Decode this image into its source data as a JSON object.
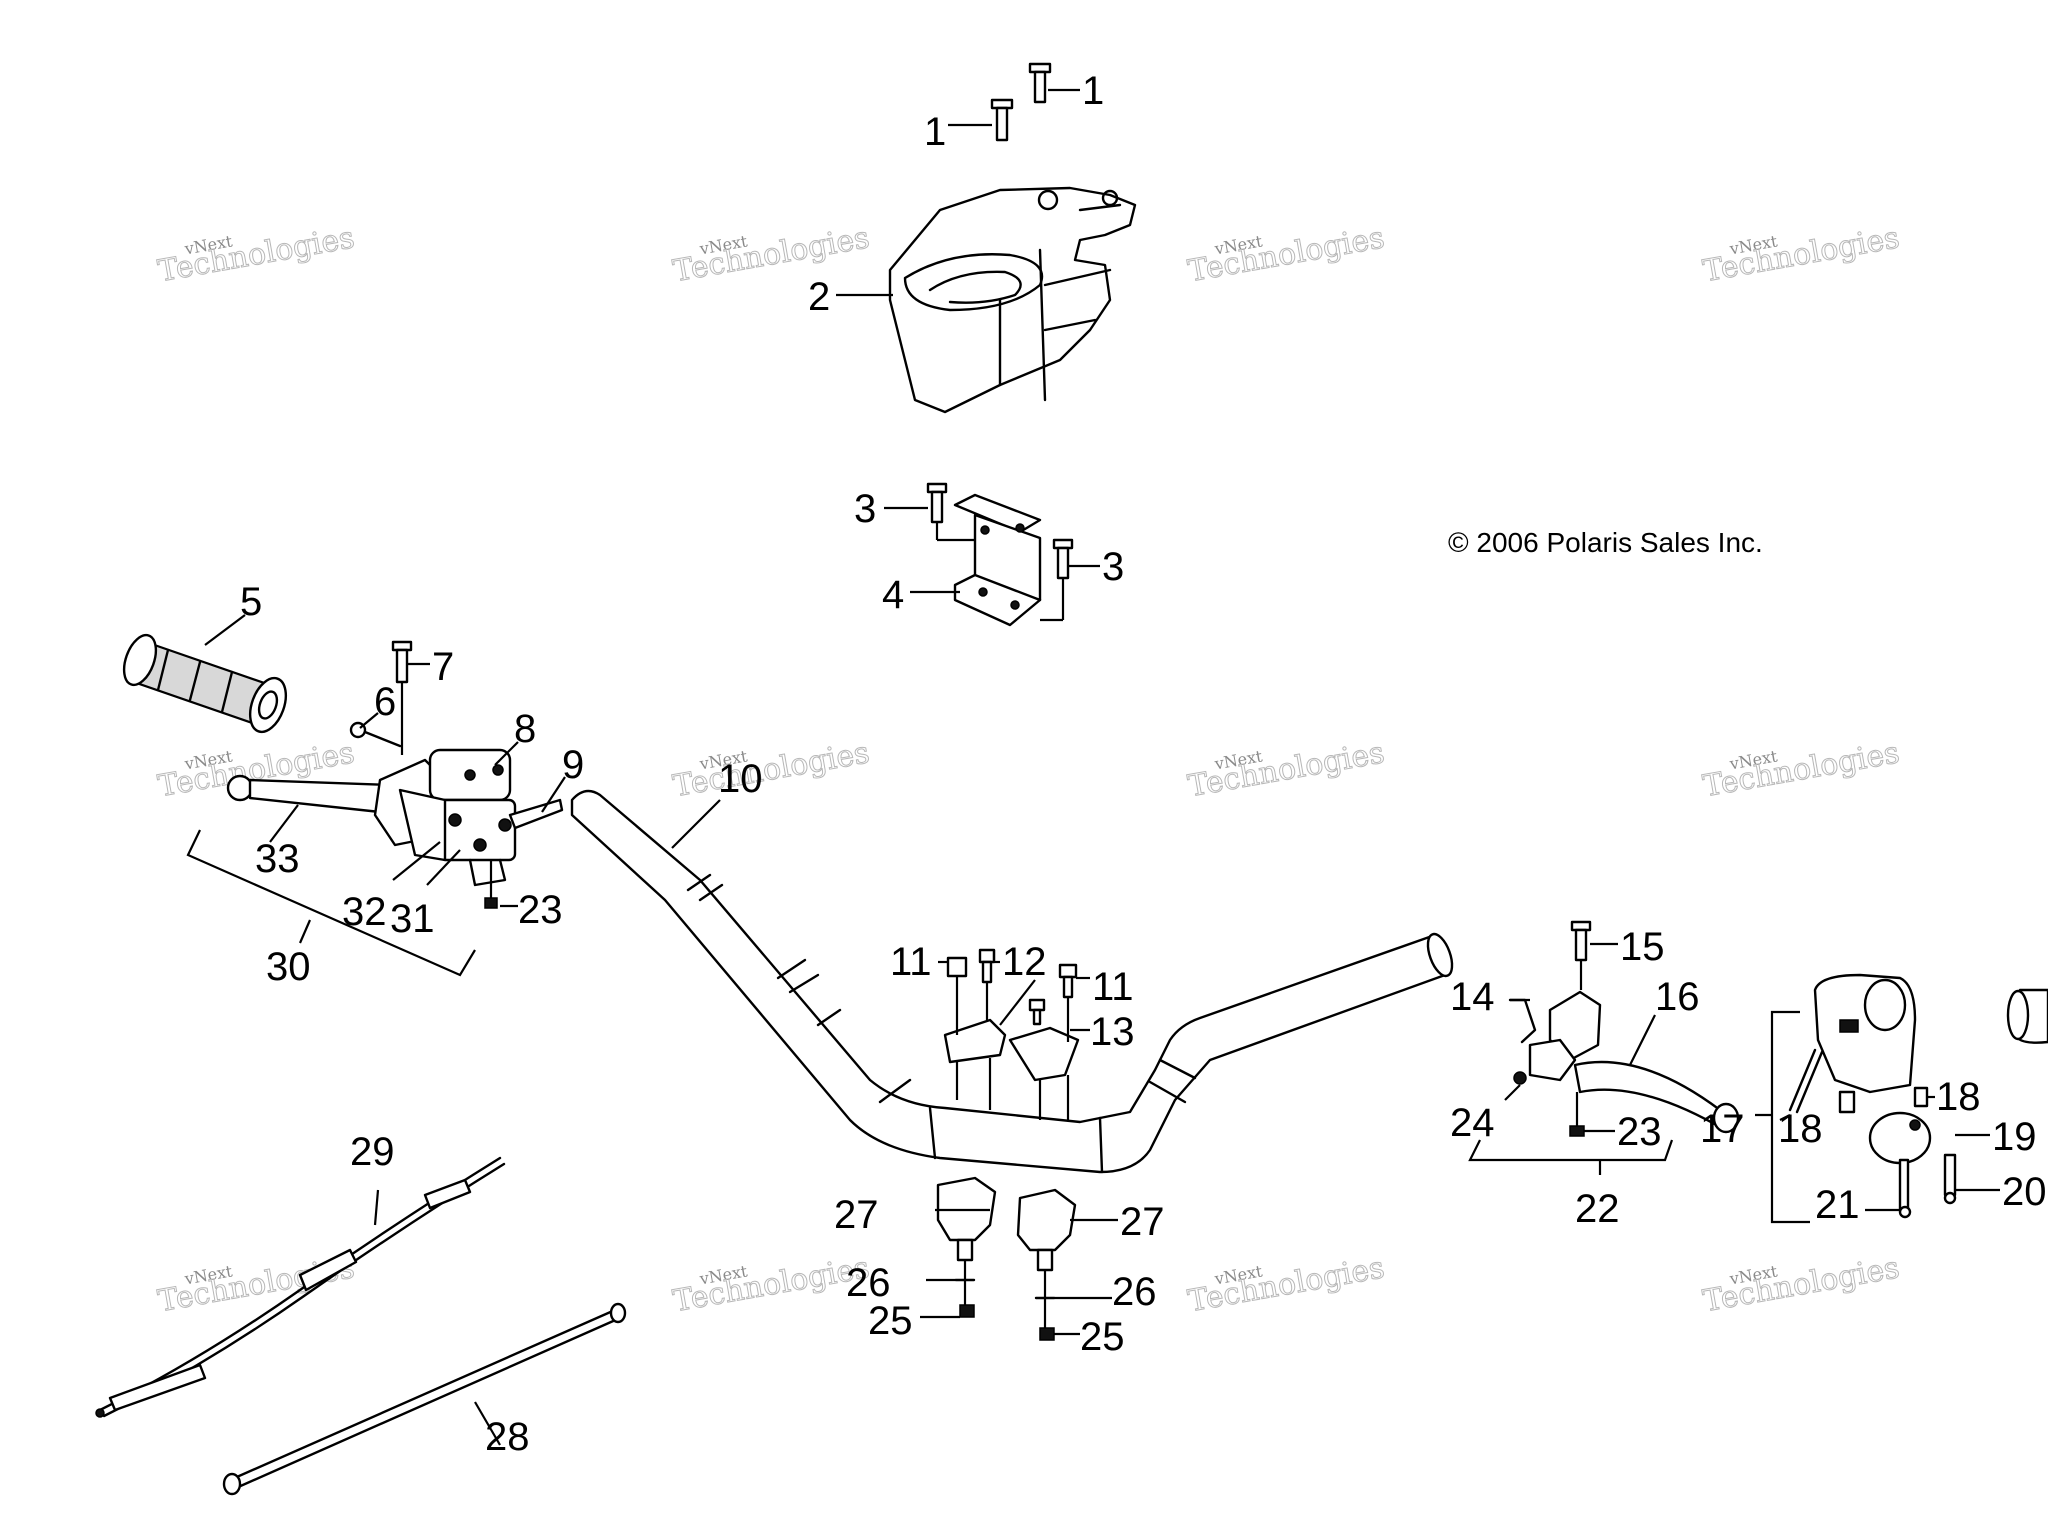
{
  "copyright": "© 2006 Polaris Sales Inc.",
  "watermark": {
    "line1": "vNext",
    "line2": "Technologies"
  },
  "callouts": [
    {
      "id": "c1a",
      "label": "1"
    },
    {
      "id": "c1b",
      "label": "1"
    },
    {
      "id": "c2",
      "label": "2"
    },
    {
      "id": "c3a",
      "label": "3"
    },
    {
      "id": "c3b",
      "label": "3"
    },
    {
      "id": "c4",
      "label": "4"
    },
    {
      "id": "c5",
      "label": "5"
    },
    {
      "id": "c6",
      "label": "6"
    },
    {
      "id": "c7",
      "label": "7"
    },
    {
      "id": "c8",
      "label": "8"
    },
    {
      "id": "c9",
      "label": "9"
    },
    {
      "id": "c10",
      "label": "10"
    },
    {
      "id": "c11a",
      "label": "11"
    },
    {
      "id": "c11b",
      "label": "11"
    },
    {
      "id": "c12",
      "label": "12"
    },
    {
      "id": "c13",
      "label": "13"
    },
    {
      "id": "c14",
      "label": "14"
    },
    {
      "id": "c15",
      "label": "15"
    },
    {
      "id": "c16",
      "label": "16"
    },
    {
      "id": "c17",
      "label": "17"
    },
    {
      "id": "c18a",
      "label": "18"
    },
    {
      "id": "c18b",
      "label": "18"
    },
    {
      "id": "c19",
      "label": "19"
    },
    {
      "id": "c20",
      "label": "20"
    },
    {
      "id": "c21",
      "label": "21"
    },
    {
      "id": "c22",
      "label": "22"
    },
    {
      "id": "c23a",
      "label": "23"
    },
    {
      "id": "c23b",
      "label": "23"
    },
    {
      "id": "c24",
      "label": "24"
    },
    {
      "id": "c25a",
      "label": "25"
    },
    {
      "id": "c25b",
      "label": "25"
    },
    {
      "id": "c26a",
      "label": "26"
    },
    {
      "id": "c26b",
      "label": "26"
    },
    {
      "id": "c27a",
      "label": "27"
    },
    {
      "id": "c27b",
      "label": "27"
    },
    {
      "id": "c28",
      "label": "28"
    },
    {
      "id": "c29",
      "label": "29"
    },
    {
      "id": "c30",
      "label": "30"
    },
    {
      "id": "c31",
      "label": "31"
    },
    {
      "id": "c32",
      "label": "32"
    },
    {
      "id": "c33",
      "label": "33"
    }
  ]
}
